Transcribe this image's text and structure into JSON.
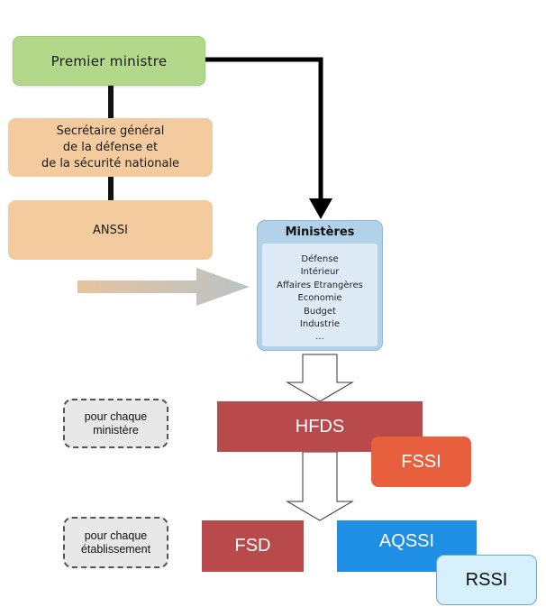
{
  "nodes": {
    "premier_ministre": "Premier ministre",
    "sgdsn": "Secrétaire général\nde la défense et\nde la sécurité nationale",
    "anssi": "ANSSI",
    "ministeres": {
      "title": "Ministères",
      "items": [
        "Défense",
        "Intérieur",
        "Affaires Etrangères",
        "Economie",
        "Budget",
        "Industrie",
        "..."
      ]
    },
    "hfds": "HFDS",
    "fssi": "FSSI",
    "fsd": "FSD",
    "aqssi": "AQSSI",
    "rssi": "RSSI"
  },
  "annotations": {
    "pour_chaque_ministere": "pour chaque\nministère",
    "pour_chaque_etablissement": "pour chaque\nétablissement"
  },
  "colors": {
    "premier": "#b3d88a",
    "orange_boxes": "#f4cb9f",
    "ministeres": "#b2d2ea",
    "hfds_fsd": "#b84a4c",
    "fssi": "#e85f3e",
    "aqssi": "#1f8fe6",
    "rssi": "#d6f1fb"
  }
}
